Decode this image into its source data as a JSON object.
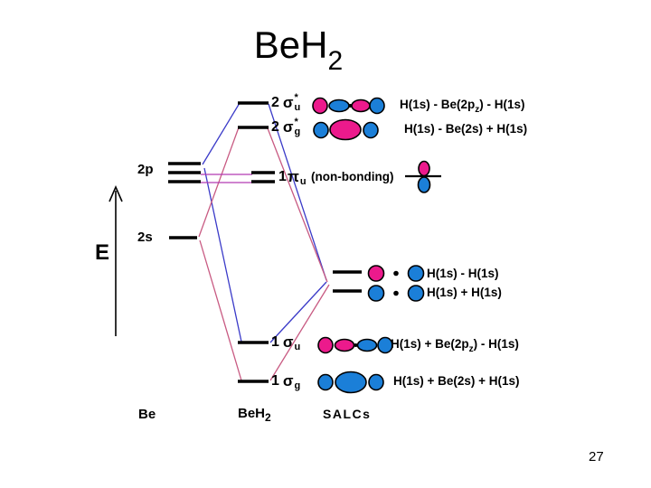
{
  "title": {
    "main": "BeH",
    "sub": "2"
  },
  "page_number": "27",
  "energy_axis": {
    "label": "E"
  },
  "atom_column": {
    "p_level_label": "2p",
    "s_level_label": "2s",
    "footer": "Be"
  },
  "mo_column": {
    "footer_main": "BeH",
    "footer_sub": "2",
    "nonbonding_note": "(non-bonding)",
    "levels": {
      "sigma2u": {
        "n": "2",
        "sym": "σ",
        "sub": "u",
        "sup": "*"
      },
      "sigma2g": {
        "n": "2",
        "sym": "σ",
        "sub": "g",
        "sup": "*"
      },
      "pi1u": {
        "n": "1",
        "sym": "π",
        "sub": "u",
        "sup": ""
      },
      "sigma1u": {
        "n": "1",
        "sym": "σ",
        "sub": "u",
        "sup": ""
      },
      "sigma1g": {
        "n": "1",
        "sym": "σ",
        "sub": "g",
        "sup": ""
      }
    }
  },
  "salc_column": {
    "footer": "SALCs"
  },
  "combination_labels": {
    "sigma2u": {
      "a": "H(1s) - Be(2p",
      "sub": "z",
      "b": ") - H(1s)"
    },
    "sigma2g": {
      "a": "H(1s) - Be(2s) + H(1s)",
      "sub": "",
      "b": ""
    },
    "salc_minus": {
      "a": "H(1s) - H(1s)",
      "sub": "",
      "b": ""
    },
    "salc_plus": {
      "a": "H(1s) + H(1s)",
      "sub": "",
      "b": ""
    },
    "sigma1u": {
      "a": "H(1s) + Be(2p",
      "sub": "z",
      "b": ") - H(1s)"
    },
    "sigma1g": {
      "a": "H(1s) + Be(2s) + H(1s)",
      "sub": "",
      "b": ""
    }
  },
  "colors": {
    "orbital_pink": "#EC1A8C",
    "orbital_blue": "#1B7FD8",
    "line_blue": "#3A3AC8",
    "line_pink": "#C85A82",
    "line_magenta": "#B23AB2",
    "level_black": "#000000"
  }
}
